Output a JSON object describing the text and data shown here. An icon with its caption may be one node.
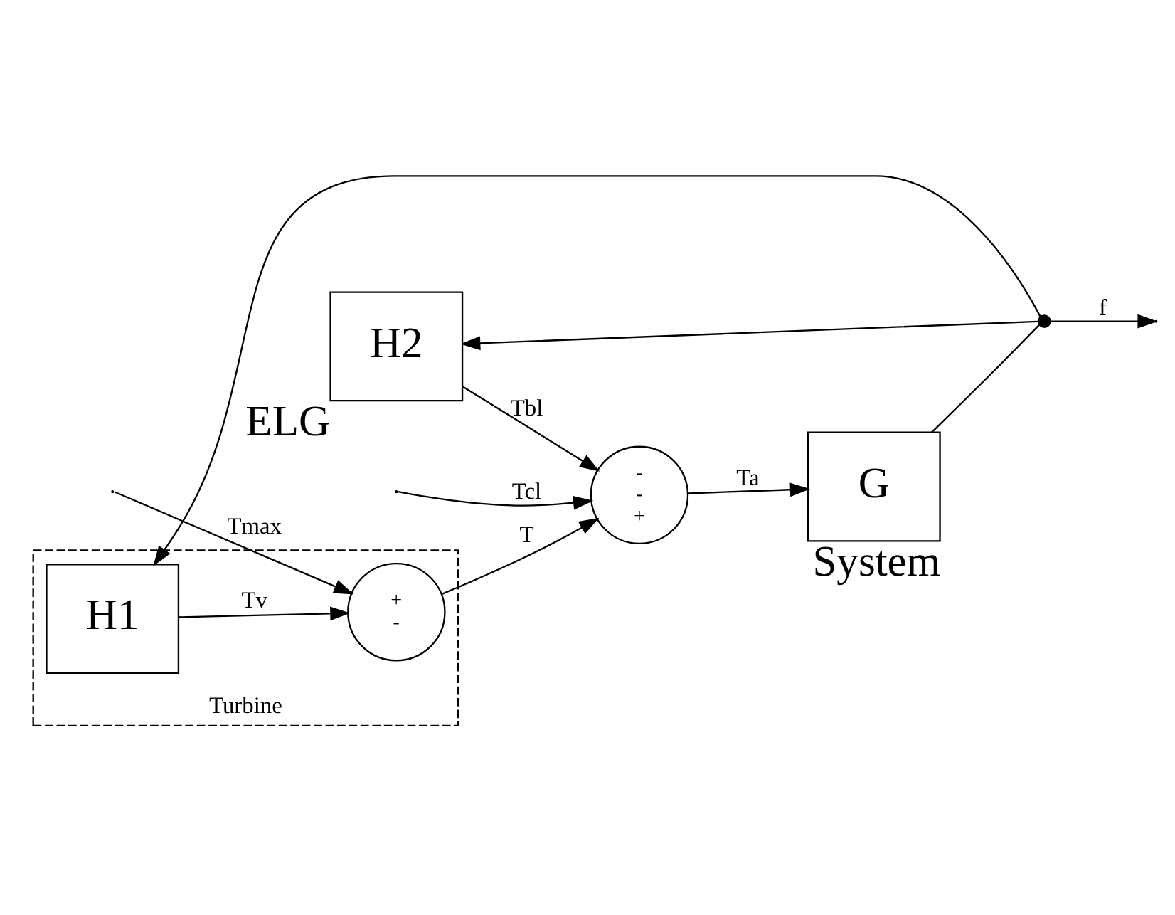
{
  "diagram": {
    "nodes": [
      {
        "text": [
          "H2"
        ],
        "beside": [
          "ELG"
        ]
      },
      {
        "text": [
          "-",
          "-",
          "+"
        ]
      },
      {
        "text": [
          "G"
        ],
        "beside": [
          "System"
        ]
      },
      {
        "text": [
          "Turbine"
        ]
      },
      {
        "text": [
          "+",
          "-"
        ],
        "in": 3
      },
      {
        "text": [
          "H1"
        ],
        "in": 3
      },
      {
        "text": [],
        "shape": "circle"
      }
    ],
    "edges": [
      {
        "from": null,
        "to": 1,
        "arrow": "to",
        "label": "Tcl"
      },
      {
        "from": 0,
        "to": 1,
        "arrow": "to",
        "label": "Tbl"
      },
      {
        "from": 1,
        "to": 2,
        "arrow": "to",
        "label": "Ta"
      },
      {
        "from": 2,
        "to": 6,
        "arrow": "none"
      },
      {
        "from": 6,
        "to": null,
        "arrow": "to",
        "label": "f"
      },
      {
        "from": 6,
        "to": 0,
        "arrow": "to"
      },
      {
        "from": 6,
        "to": 5,
        "arrow": "to"
      },
      {
        "from": null,
        "to": 4,
        "arrow": "to",
        "label": "Tmax"
      },
      {
        "from": 5,
        "to": 4,
        "arrow": "to",
        "label": "Tv"
      },
      {
        "from": 4,
        "to": 1,
        "arrow": "to",
        "label": "T"
      }
    ]
  }
}
